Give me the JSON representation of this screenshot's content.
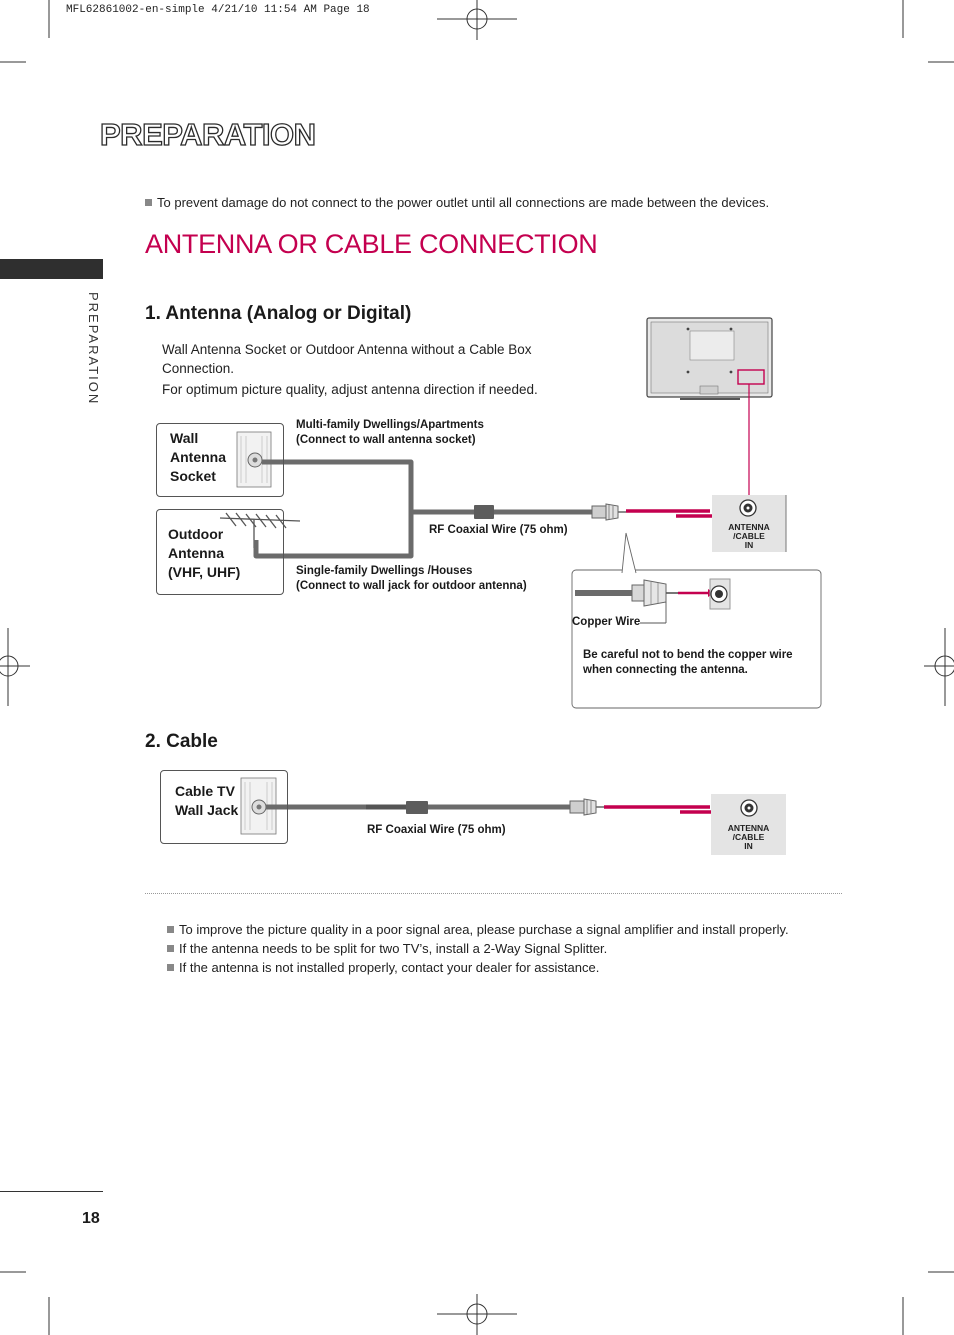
{
  "header": {
    "printer_slug": "MFL62861002-en-simple 4/21/10 11:54 AM Page 18",
    "section_title": "PREPARATION",
    "side_label": "PREPARATION",
    "page_number": "18"
  },
  "intro_note": "To prevent damage do not connect to the power outlet until all connections are made between the devices.",
  "main_heading": "ANTENNA OR CABLE CONNECTION",
  "antenna": {
    "heading": "1. Antenna (Analog or Digital)",
    "desc_line1": "Wall Antenna Socket or Outdoor Antenna without a Cable Box",
    "desc_line2": "Connection.",
    "desc_line3": "For optimum picture quality, adjust antenna direction if needed.",
    "wall_socket_label": [
      "Wall",
      "Antenna",
      "Socket"
    ],
    "outdoor_label": [
      "Outdoor",
      "Antenna",
      "(VHF, UHF)"
    ],
    "multi_family_line1": "Multi-family Dwellings/Apartments",
    "multi_family_line2": "(Connect to wall antenna socket)",
    "single_family_line1": "Single-family Dwellings /Houses",
    "single_family_line2": "(Connect to wall jack for outdoor antenna)",
    "rf_wire": "RF Coaxial Wire (75 ohm)",
    "copper_wire": "Copper Wire",
    "caution_line1": "Be careful not to bend the copper wire",
    "caution_line2": "when connecting the antenna."
  },
  "port": {
    "line1": "ANTENNA",
    "line2": "/CABLE",
    "line3": "IN"
  },
  "cable": {
    "heading": "2. Cable",
    "jack_label": [
      "Cable TV",
      "Wall Jack"
    ],
    "rf_wire": "RF Coaxial Wire (75 ohm)"
  },
  "tips": [
    "To improve the picture quality in a poor signal area, please purchase a signal amplifier and install properly.",
    "If the antenna needs to be split for two TV’s, install a 2-Way Signal Splitter.",
    "If the antenna is not installed properly, contact your dealer for assistance."
  ],
  "colors": {
    "accent": "#c4004f",
    "cable": "#6b6b6b"
  }
}
